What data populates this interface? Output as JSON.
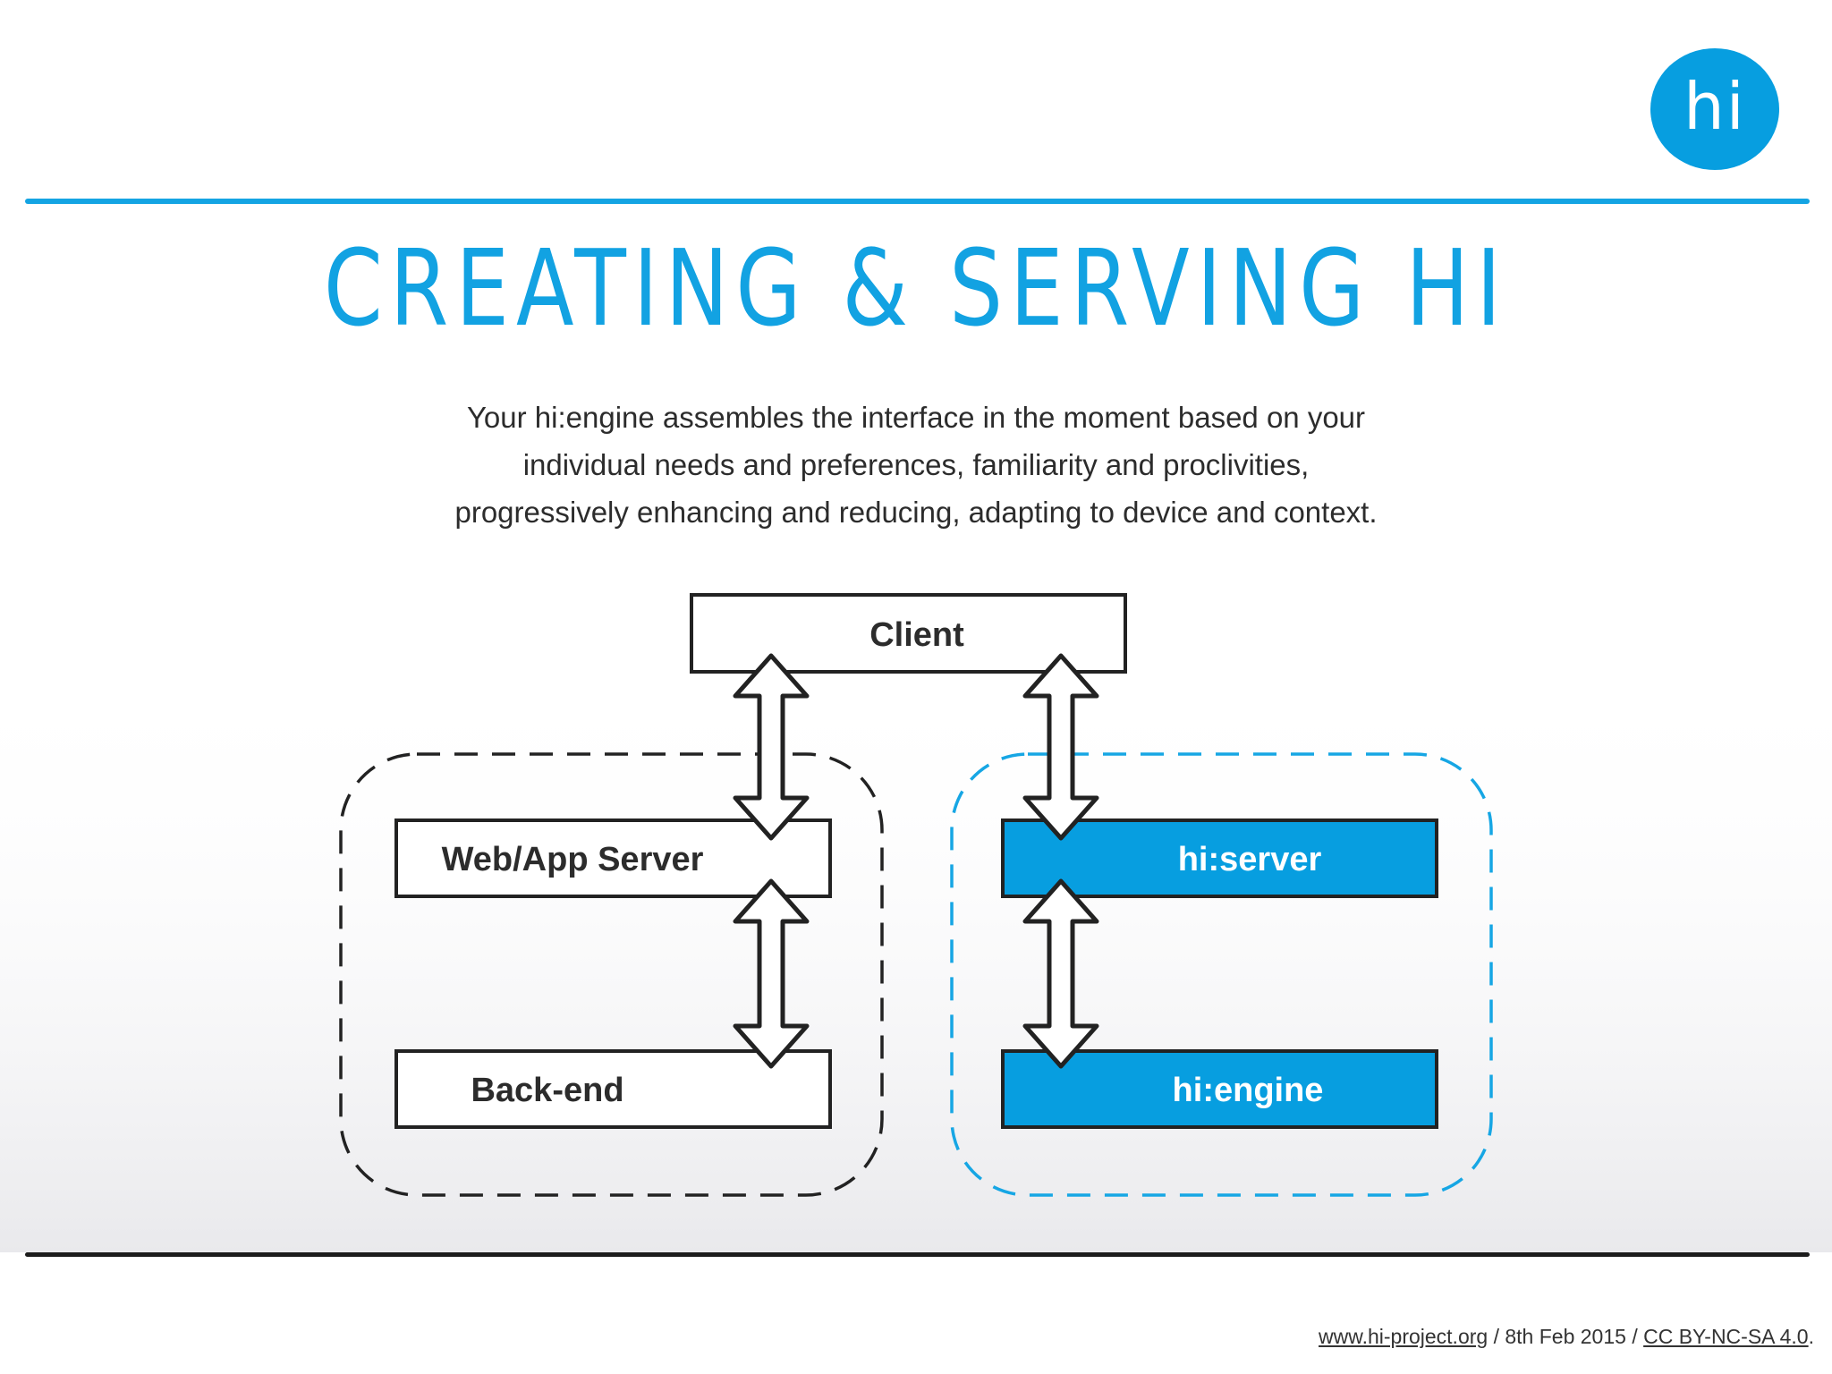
{
  "slide": {
    "logo_text": "hi",
    "title": "CREATING & SERVING HI",
    "lead_lines": [
      "Your hi:engine assembles the interface in the moment based on your",
      "individual needs and preferences, familiarity and proclivities,",
      "progressively enhancing and reducing, adapting to device and context."
    ]
  },
  "diagram": {
    "nodes": {
      "client": "Client",
      "web_app_server": "Web/App Server",
      "back_end": "Back-end",
      "hi_server": "hi:server",
      "hi_engine": "hi:engine"
    }
  },
  "footer": {
    "site_link": "www.hi-project.org",
    "sep1": " / ",
    "date": "8th Feb 2015",
    "sep2": " / ",
    "license_link": "CC BY-NC-SA 4.0",
    "end": "."
  },
  "colors": {
    "accent_blue": "#079ee0",
    "title_blue": "#12a2e2",
    "ink": "#222222",
    "white": "#ffffff"
  }
}
